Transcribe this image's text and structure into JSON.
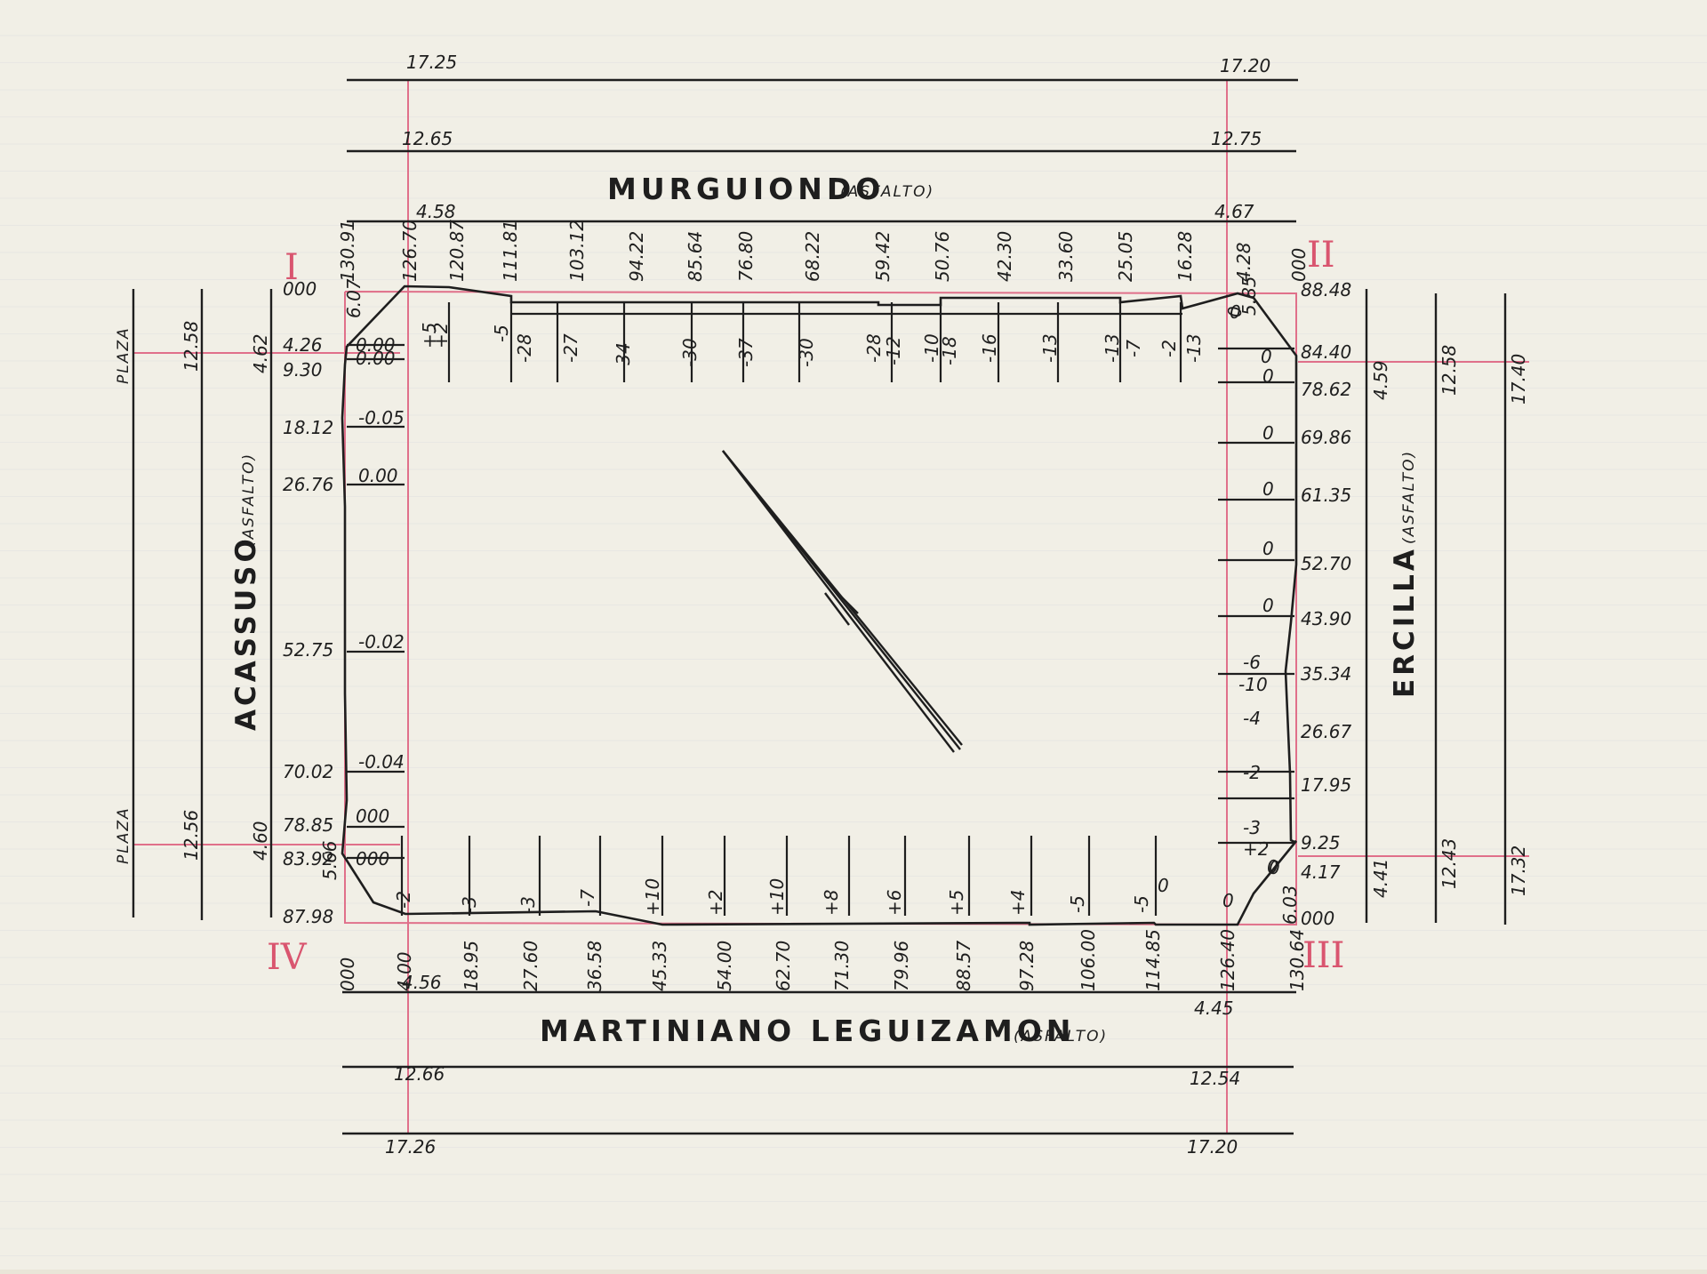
{
  "colors": {
    "paper": "#f1efe6",
    "ink": "#1e1e1e",
    "pink": "#e0708a",
    "rule": "#c9cfdc"
  },
  "streets": {
    "top": "MURGUIONDO",
    "bottom": "MARTINIANO LEGUIZAMON",
    "left": "ACASSUSO",
    "right": "ERCILLA",
    "surface": "(ASFALTO)",
    "plaza": "PLAZA"
  },
  "corners": [
    "I",
    "II",
    "III",
    "IV"
  ],
  "street_levels": {
    "top_outer_l": "17.25",
    "top_outer_r": "17.20",
    "top_mid_l": "12.65",
    "top_mid_r": "12.75",
    "top_curb_l": "4.58",
    "top_curb_r": "4.67",
    "bot_curb_l": "4.56",
    "bot_curb_r": "4.45",
    "bot_mid_l": "12.66",
    "bot_mid_r": "12.54",
    "bot_outer_l": "17.26",
    "bot_outer_r": "17.20",
    "left_curb_t": "4.62",
    "left_mid_t": "12.58",
    "left_curb_b": "4.60",
    "left_mid_b": "12.56",
    "right_curb_t": "4.59",
    "right_mid_t": "12.58",
    "right_outer_t": "17.40",
    "right_curb_b": "4.41",
    "right_mid_b": "12.43",
    "right_outer_b": "17.32"
  },
  "top_chainage": [
    "130.91",
    "126.70",
    "120.87",
    "111.81",
    "103.12",
    "94.22",
    "85.64",
    "76.80",
    "68.22",
    "59.42",
    "50.76",
    "42.30",
    "33.60",
    "25.05",
    "16.28",
    "4.28",
    "000"
  ],
  "top_marks": [
    "+5",
    "+2",
    "-5",
    "-28",
    "-27",
    "-34",
    "-30",
    "-37",
    "-30",
    "-28",
    "-12",
    "-10",
    "-18",
    "-16",
    "-13",
    "-13",
    "-7",
    "-2",
    "-13",
    "0",
    "6.07",
    "5.85"
  ],
  "bottom_chainage": [
    "000",
    "4.00",
    "18.95",
    "27.60",
    "36.58",
    "45.33",
    "54.00",
    "62.70",
    "71.30",
    "79.96",
    "88.57",
    "97.28",
    "106.00",
    "114.85",
    "126.40",
    "130.64"
  ],
  "bottom_marks": [
    "-2",
    "-3",
    "-3",
    "-7",
    "+10",
    "+2",
    "+10",
    "+8",
    "+6",
    "+5",
    "+4",
    "-5",
    "-5",
    "0",
    "0",
    "0",
    "5.66",
    "6.03"
  ],
  "left_chainage": [
    "000",
    "4.26",
    "9.30",
    "18.12",
    "26.76",
    "52.75",
    "70.02",
    "78.85",
    "83.92",
    "87.98"
  ],
  "left_marks": [
    "0.00",
    "0.00",
    "-0.05",
    "0.00",
    "-0.02",
    "-0.04",
    "000",
    "000"
  ],
  "right_chainage": [
    "88.48",
    "84.40",
    "78.62",
    "69.86",
    "61.35",
    "52.70",
    "43.90",
    "35.34",
    "26.67",
    "17.95",
    "9.25",
    "4.17",
    "000"
  ],
  "right_marks": [
    "0",
    "0",
    "0",
    "0",
    "0",
    "0",
    "0",
    "-6",
    "-10",
    "-4",
    "-2",
    "-3",
    "+2",
    "0"
  ]
}
